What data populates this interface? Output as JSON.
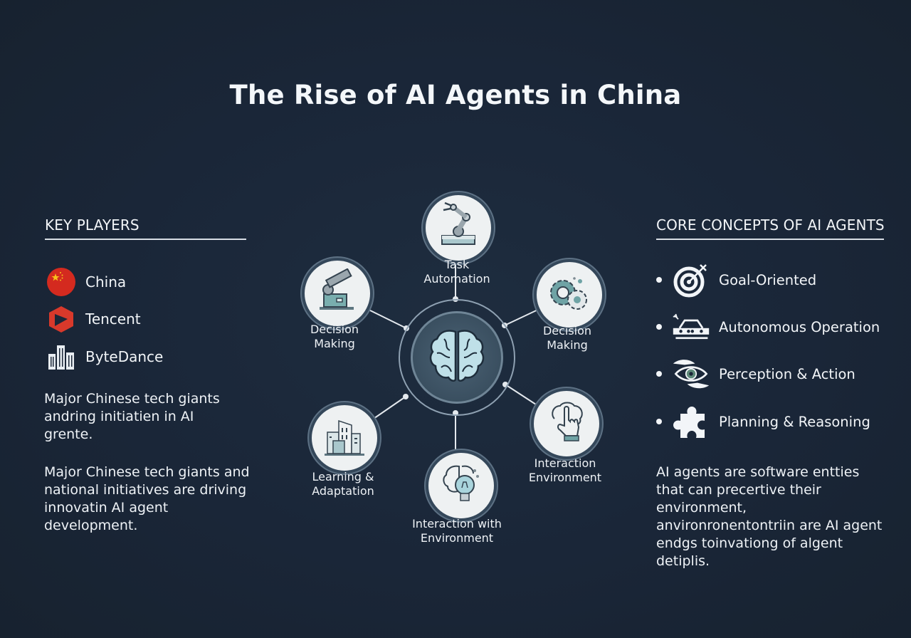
{
  "title": "The Rise of AI Agents in China",
  "key_players": {
    "heading": "KEY PLAYERS",
    "items": [
      {
        "label": "China",
        "icon": "china-flag-icon",
        "color": "#d42a1f"
      },
      {
        "label": "Tencent",
        "icon": "tencent-logo-icon",
        "color": "#d8392b"
      },
      {
        "label": "ByteDance",
        "icon": "buildings-icon",
        "color": "#e8edf2"
      }
    ],
    "paragraphs": [
      "Major Chinese tech giants andring initiatien in AI grente.",
      "Major Chinese tech giants and national initiatives are driving innovatin AI agent development."
    ]
  },
  "core_concepts": {
    "heading": "CORE CONCEPTS OF AI AGENTS",
    "items": [
      {
        "label": "Goal-Oriented",
        "icon": "target-icon"
      },
      {
        "label": "Autonomous Operation",
        "icon": "autonomous-car-icon"
      },
      {
        "label": "Perception & Action",
        "icon": "eye-hands-icon"
      },
      {
        "label": "Planning & Reasoning",
        "icon": "puzzle-icon"
      }
    ],
    "paragraph": "AI agents are software entties that can precertive their environment, anvironronentontriin are AI agent endgs toinvationg of algent detiplis."
  },
  "diagram": {
    "hub": {
      "icon": "brain-icon"
    },
    "nodes": [
      {
        "label_1": "Task",
        "label_2": "Automation",
        "icon": "robot-arm-icon"
      },
      {
        "label_1": "Decision",
        "label_2": "Making",
        "icon": "telescope-icon"
      },
      {
        "label_1": "Decision",
        "label_2": "Making",
        "icon": "gears-icon"
      },
      {
        "label_1": "Learning &",
        "label_2": "Adaptation",
        "icon": "city-buildings-icon"
      },
      {
        "label_1": "Interaction with",
        "label_2": "Environment",
        "icon": "brain-lightbulb-icon"
      },
      {
        "label_1": "Interaction",
        "label_2": "Environment",
        "icon": "brain-hand-icon"
      }
    ]
  },
  "colors": {
    "background": "#1a2638",
    "text": "#f2f5f8",
    "teal_accent": "#6fa3a5",
    "node_fill": "#eef1f2",
    "ring": "#8fa1b2"
  }
}
